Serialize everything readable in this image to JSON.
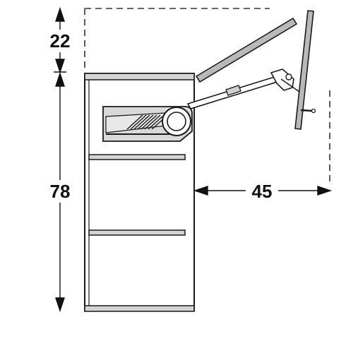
{
  "dimensions": {
    "top_clearance": "22",
    "cabinet_height": "78",
    "flap_projection": "45"
  },
  "colors": {
    "outline": "#1a1a1a",
    "panel_fill": "#b9b9b9",
    "mechanism_fill": "#d9d9d9",
    "dashed": "#333333"
  }
}
